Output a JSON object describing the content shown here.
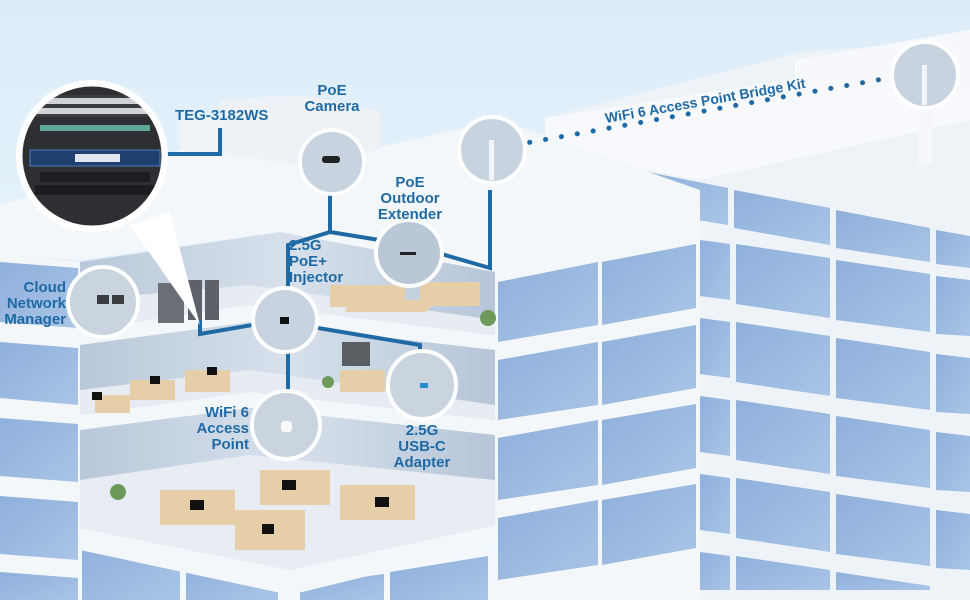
{
  "colors": {
    "accent": "#1f6aa5",
    "sky_top": "#dff0fb",
    "sky_bottom": "#eef7fd",
    "window": "#9bb9e0",
    "wall": "#f4f7fb",
    "interior": "#c9d6e6",
    "floor": "#e9eef4",
    "desk": "#e8d3b0"
  },
  "callouts": {
    "switch": {
      "label": "TEG-3182WS",
      "icon": "rack-switch-icon"
    },
    "camera": {
      "line1": "PoE",
      "line2": "Camera",
      "icon": "camera-icon"
    },
    "extender": {
      "line1": "PoE",
      "line2": "Outdoor",
      "line3": "Extender",
      "icon": "extender-icon"
    },
    "injector": {
      "line1": "2.5G",
      "line2": "PoE+",
      "line3": "Injector",
      "icon": "injector-icon"
    },
    "bridge": {
      "label": "WiFi 6 Access Point Bridge Kit",
      "icon": "antenna-icon"
    },
    "cloud": {
      "line1": "Cloud",
      "line2": "Network",
      "line3": "Manager",
      "icon": "monitor-icon"
    },
    "access_point": {
      "line1": "WiFi 6",
      "line2": "Access",
      "line3": "Point",
      "icon": "access-point-icon"
    },
    "usb_adapter": {
      "line1": "2.5G",
      "line2": "USB-C",
      "line3": "Adapter",
      "icon": "usb-adapter-icon"
    }
  }
}
